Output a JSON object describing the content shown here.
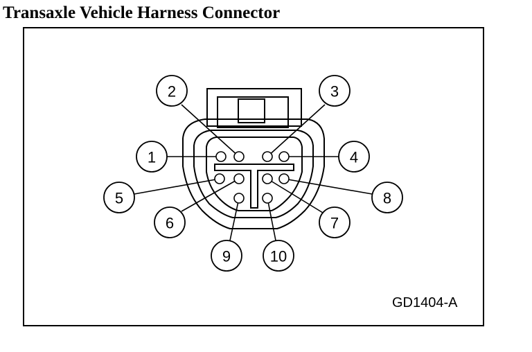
{
  "title": "Transaxle Vehicle Harness Connector",
  "figure_code": "GD1404-A",
  "pins": [
    {
      "label": "1"
    },
    {
      "label": "2"
    },
    {
      "label": "3"
    },
    {
      "label": "4"
    },
    {
      "label": "5"
    },
    {
      "label": "6"
    },
    {
      "label": "7"
    },
    {
      "label": "8"
    },
    {
      "label": "9"
    },
    {
      "label": "10"
    }
  ],
  "colors": {
    "ink": "#000000",
    "paper": "#ffffff"
  }
}
